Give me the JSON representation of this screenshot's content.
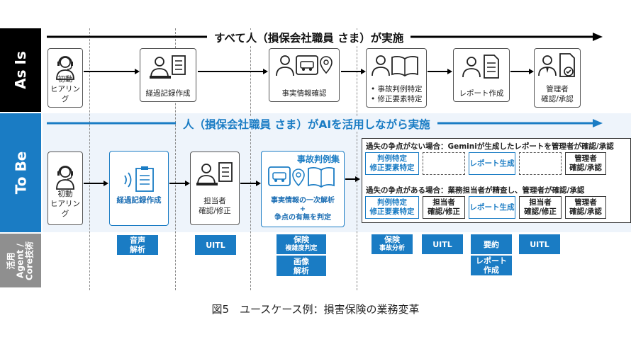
{
  "rows": {
    "as_is": "As Is",
    "to_be": "To Be",
    "tech": "活用 Agent / Core技術"
  },
  "as_is": {
    "banner": "すべて人（損保会社職員 さま）が実施",
    "steps": [
      "初動\nヒアリング",
      "経過記録作成",
      "事実情報確認",
      "• 事故判例特定\n• 修正要素特定",
      "レポート作成",
      "管理者\n確認/承認"
    ]
  },
  "to_be": {
    "banner": "人（損保会社職員 さま）がAIを活用しながら実施",
    "steps": {
      "initial": "初動\nヒアリング",
      "record": "経過記録作成",
      "confirm": "担当者\n確認/修正",
      "case_db_title": "事故判例集",
      "analysis": "事実情報の一次解析\n+\n争点の有無を判定"
    },
    "panel": {
      "row1_title": "過失の争点がない場合：Geminiが生成したレポートを管理者が確認/承認",
      "row1_cells": [
        "判例特定\n修正要素特定",
        "",
        "レポート生成",
        "",
        "管理者\n確認/承認"
      ],
      "row2_title": "過失の争点がある場合：業務担当者が精査し、管理者が確認/承認",
      "row2_cells": [
        "判例特定\n修正要素特定",
        "担当者\n確認/修正",
        "レポート生成",
        "担当者\n確認/修正",
        "管理者\n確認/承認"
      ]
    }
  },
  "tech_tags": {
    "voice": [
      "音声",
      "解析"
    ],
    "uitl1": "UITL",
    "insurance1": [
      "保険",
      "複雑度判定"
    ],
    "image": [
      "画像",
      "解析"
    ],
    "insurance2": [
      "保険",
      "事故分析"
    ],
    "uitl2": "UITL",
    "summary": "要約",
    "report_gen": [
      "レポート",
      "作成"
    ],
    "uitl3": "UITL"
  },
  "caption": "図5　ユースケース例：損害保険の業務変革",
  "colors": {
    "accent": "#1a7cc4",
    "as_is_bg": "#000000",
    "to_be_bg": "#1a7cc4",
    "tech_bg": "#8f8f8f",
    "to_be_area": "#eef4fb"
  }
}
